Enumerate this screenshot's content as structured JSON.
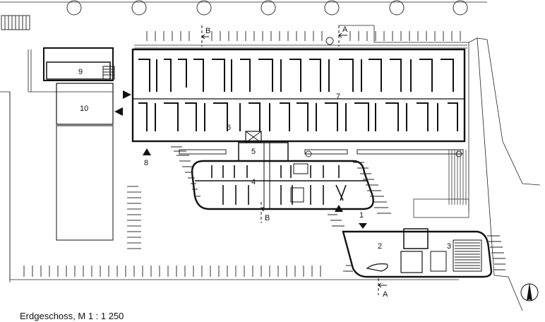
{
  "caption": "Erdgeschoss, M 1 : 1 250",
  "room_labels": {
    "r1": "1",
    "r2": "2",
    "r3": "3",
    "r4": "4",
    "r5": "5",
    "r6": "6",
    "r7": "7",
    "r8": "8",
    "r9": "9",
    "r10": "10"
  },
  "section_markers": {
    "a_top": "A",
    "a_bottom": "A",
    "b_top": "B",
    "b_bottom": "B"
  },
  "icons": [
    "entrance-arrow-icon",
    "north-arrow-icon",
    "tree-icon"
  ]
}
